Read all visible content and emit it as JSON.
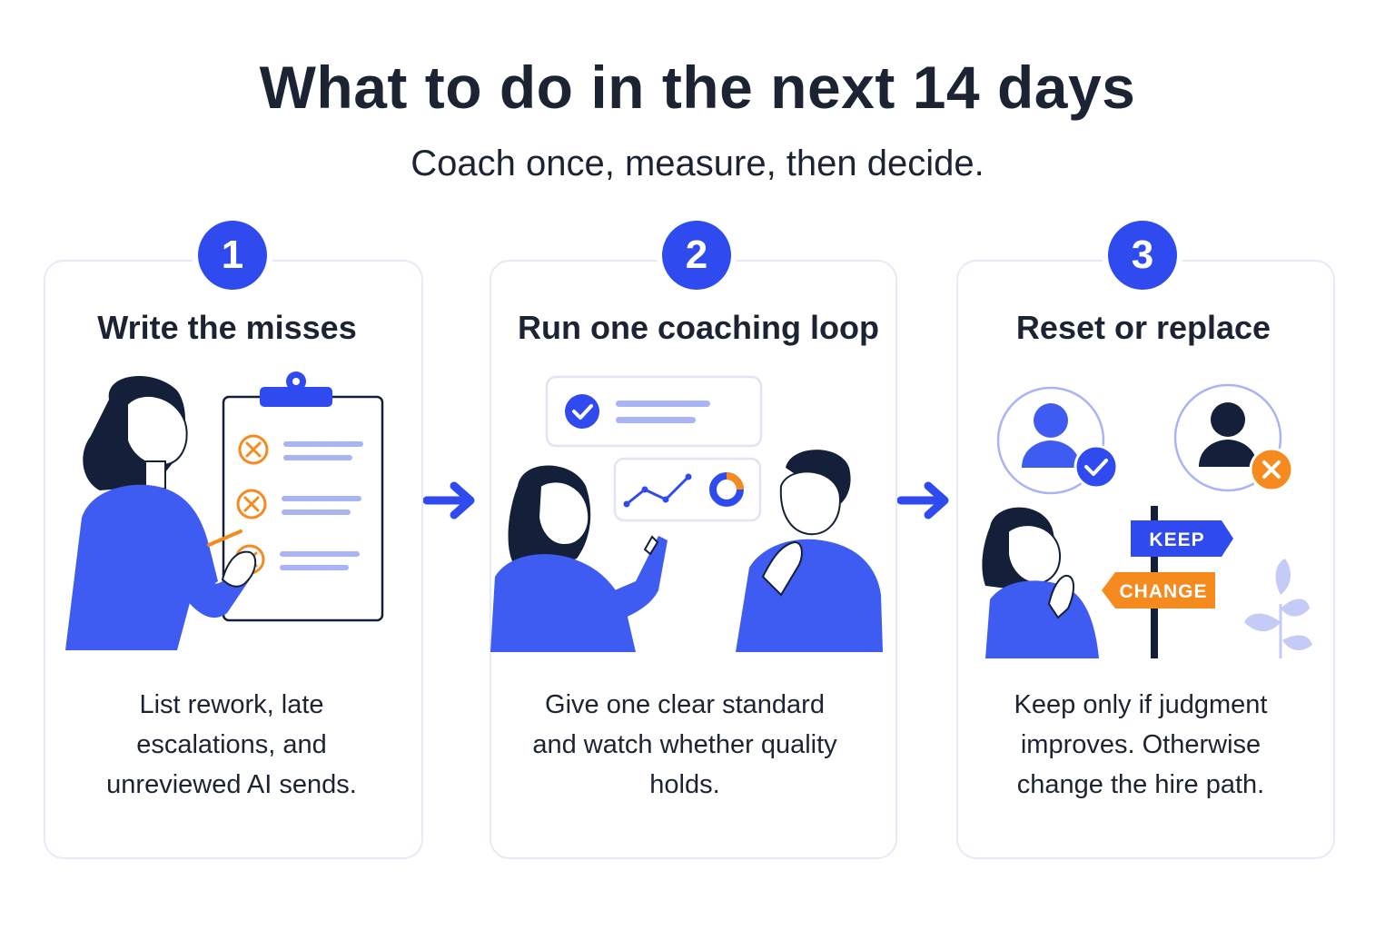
{
  "header": {
    "title": "What to do in the next 14 days",
    "subtitle": "Coach once, measure, then decide."
  },
  "steps": [
    {
      "number": "1",
      "title": "Write the misses",
      "description": "List rework, late escalations, and unreviewed AI sends."
    },
    {
      "number": "2",
      "title": "Run one coaching loop",
      "description": "Give one clear standard and watch whether quality holds."
    },
    {
      "number": "3",
      "title": "Reset or replace",
      "description": "Keep only if judgment improves. Otherwise change the hire path.",
      "signs": {
        "keep": "KEEP",
        "change": "CHANGE"
      }
    }
  ],
  "colors": {
    "accent": "#2f4bf0",
    "figure_blue": "#3f5cf2",
    "dark_navy": "#14203a",
    "orange": "#f58a1f",
    "card_border": "#e7e9f5"
  },
  "icons": [
    "clipboard-icon",
    "x-mark-icon",
    "check-icon",
    "line-chart-icon",
    "donut-chart-icon",
    "person-icon",
    "arrow-right-icon",
    "signpost-icon",
    "plant-icon"
  ]
}
